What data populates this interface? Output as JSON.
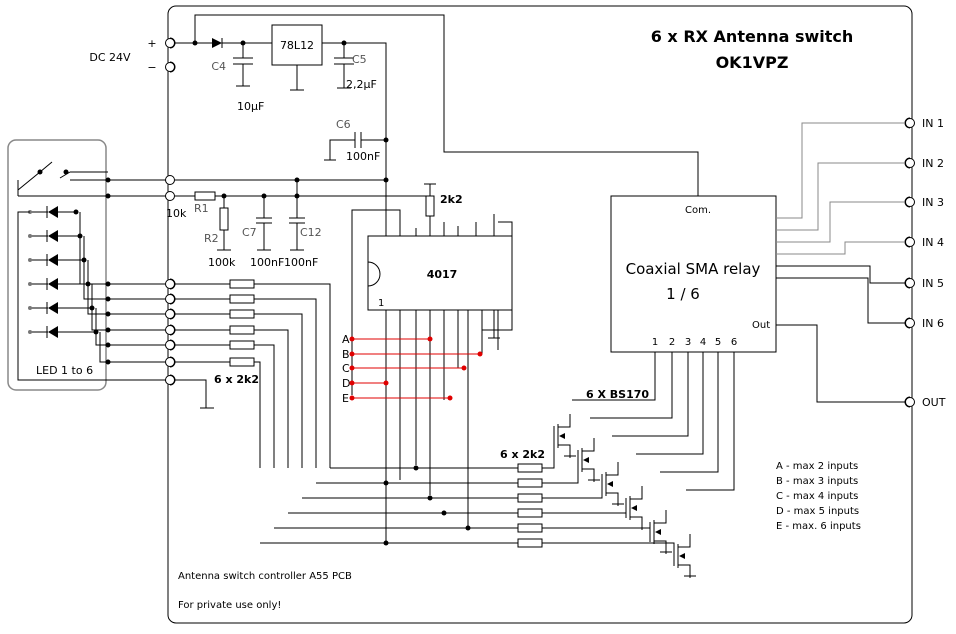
{
  "title_line1": "6 x RX Antenna switch",
  "title_line2": "OK1VPZ",
  "power": {
    "dc_label": "DC  24V",
    "plus": "+",
    "minus": "−"
  },
  "regulator": {
    "label": "78L12"
  },
  "components": {
    "c4": "C4",
    "c4_value": "10µF",
    "c5": "C5",
    "c5_value": "2,2µF",
    "c6": "C6",
    "c6_value": "100nF",
    "r1": "R1",
    "r1_value": "10k",
    "r2": "R2",
    "r2_value": "100k",
    "c7": "C7",
    "c7_value": "100nF",
    "c12": "C12",
    "c12_value": "100nF",
    "pullup": "2k2"
  },
  "counter": {
    "label": "4017",
    "pin1": "1"
  },
  "relay": {
    "com": "Com.",
    "name": "Coaxial SMA relay",
    "ratio": "1 / 6",
    "out": "Out",
    "pins": [
      "1",
      "2",
      "3",
      "4",
      "5",
      "6"
    ]
  },
  "inputs": [
    "IN 1",
    "IN 2",
    "IN 3",
    "IN 4",
    "IN 5",
    "IN 6"
  ],
  "output_label": "OUT",
  "led_label": "LED 1 to 6",
  "resistors_left": "6 x 2k2",
  "resistors_right": "6 x 2k2",
  "transistors": "6 X BS170",
  "jumpers": [
    "A",
    "B",
    "C",
    "D",
    "E"
  ],
  "legend": [
    "A - max 2 inputs",
    "B - max 3 inputs",
    "C - max 4 inputs",
    "D - max 5 inputs",
    "E - max. 6 inputs"
  ],
  "footer": {
    "pcb": "Antenna switch controller A55 PCB",
    "note": "For private use only!"
  }
}
